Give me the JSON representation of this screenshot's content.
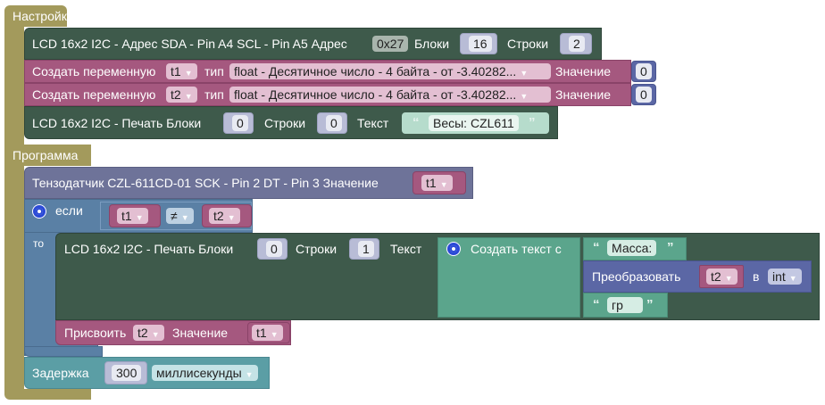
{
  "setup": {
    "label": "Настройки",
    "lcd_init": {
      "text": "LCD 16x2 I2C - Адрес  SDA - Pin A4 SCL - Pin A5 Адрес",
      "address": "0x27",
      "blocks_label": "Блоки",
      "blocks_value": "16",
      "rows_label": "Строки",
      "rows_value": "2"
    },
    "vars": [
      {
        "label": "Создать переменную",
        "name": "t1",
        "type_label": "тип",
        "type_value": "float - Десятичное число - 4 байта - от -3.40282...",
        "value_label": "Значение",
        "value": "0"
      },
      {
        "label": "Создать переменную",
        "name": "t2",
        "type_label": "тип",
        "type_value": "float - Десятичное число - 4 байта - от -3.40282...",
        "value_label": "Значение",
        "value": "0"
      }
    ],
    "lcd_print": {
      "text": "LCD 16x2 I2C - Печать  Блоки",
      "blocks_value": "0",
      "rows_label": "Строки",
      "rows_value": "0",
      "text_label": "Текст",
      "text_value": "Весы: CZL611"
    }
  },
  "program": {
    "label": "Программа",
    "sensor": {
      "text": "Тензодатчик CZL-611CD-01  SCK - Pin 2 DT - Pin 3  Значение",
      "var": "t1"
    },
    "if_block": {
      "if_label": "если",
      "left": "t1",
      "operator": "≠",
      "right": "t2",
      "then_label": "то",
      "lcd_print": {
        "text": "LCD 16x2 I2C - Печать  Блоки",
        "blocks_value": "0",
        "rows_label": "Строки",
        "rows_value": "1",
        "text_label": "Текст",
        "create_text_label": "Создать текст с",
        "item1": "Масса:",
        "convert_label": "Преобразовать",
        "convert_var": "t2",
        "convert_in": "в",
        "convert_type": "int",
        "item3": "гр"
      },
      "assign": {
        "label": "Присвоить",
        "var": "t2",
        "value_label": "Значение",
        "value": "t1"
      }
    },
    "delay": {
      "label": "Задержка",
      "value": "300",
      "unit": "миллисекунды"
    }
  },
  "icons": {
    "dropdown": "▼",
    "open_quote": "“",
    "close_quote": "”"
  }
}
